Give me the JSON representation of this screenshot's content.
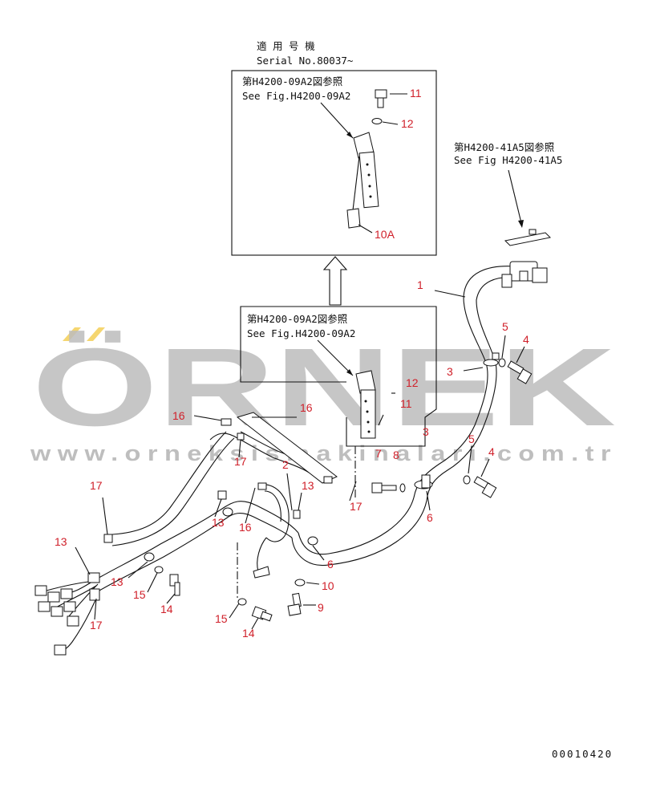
{
  "header": {
    "applicable_jp": "適 用 号 機",
    "serial": "Serial No.80037~"
  },
  "inset_top": {
    "ref_jp": "第H4200-09A2図参照",
    "ref_en": "See Fig.H4200-09A2",
    "callouts": [
      "11",
      "12",
      "10A"
    ]
  },
  "inset_mid": {
    "ref_jp": "第H4200-09A2図参照",
    "ref_en": "See Fig.H4200-09A2",
    "callouts": [
      "12",
      "11",
      "7",
      "8",
      "3"
    ]
  },
  "ref_right": {
    "ref_jp": "第H4200-41A5図参照",
    "ref_en": "See Fig H4200-41A5"
  },
  "callouts": {
    "c1": "1",
    "c3": "3",
    "c4a": "4",
    "c5a": "5",
    "c5b": "5",
    "c4b": "4",
    "c6a": "6",
    "c6b": "6",
    "c16a": "16",
    "c16b": "16",
    "c16c": "16",
    "c17a": "17",
    "c17b": "17",
    "c17c": "17",
    "c17d": "17",
    "c2": "2",
    "c13a": "13",
    "c13b": "13",
    "c13c": "13",
    "c13d": "13",
    "c15a": "15",
    "c14a": "14",
    "c15b": "15",
    "c14b": "14",
    "c10": "10",
    "c9": "9"
  },
  "watermark": {
    "brand": "ÖRNEK",
    "url": "www.orneksismakinalari.com.tr"
  },
  "footer": {
    "drawing_no": "00010420"
  }
}
